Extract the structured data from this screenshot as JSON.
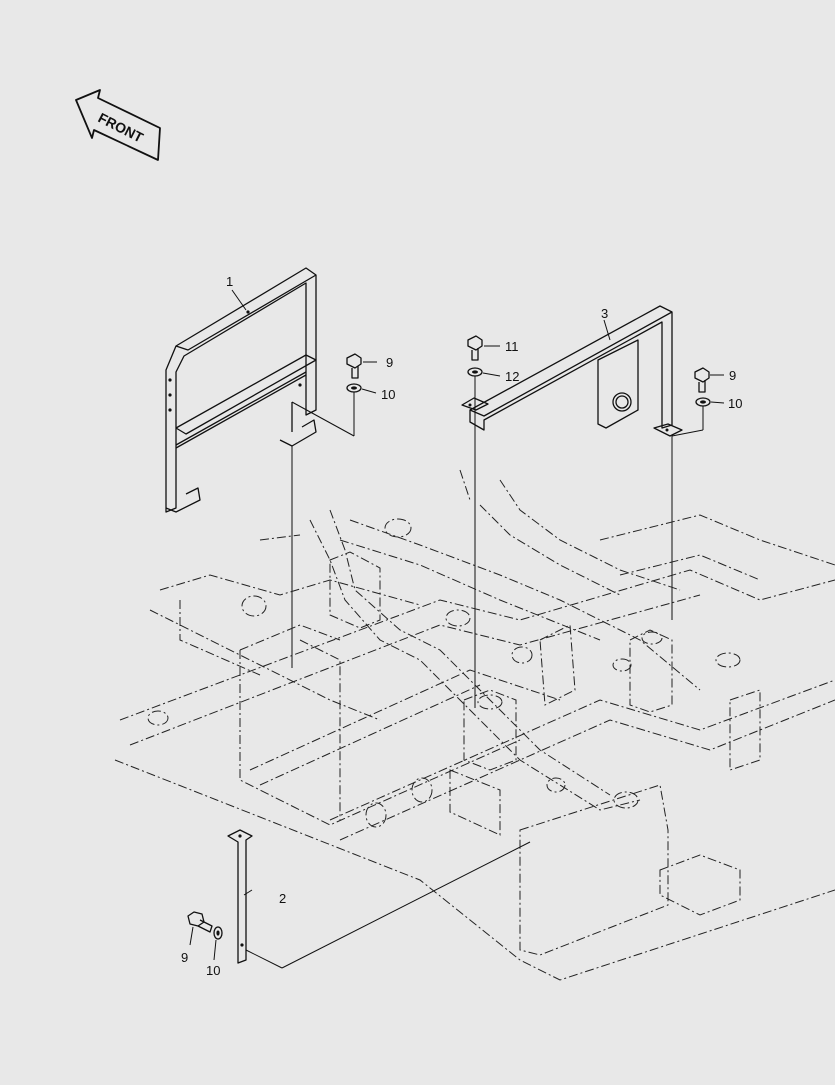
{
  "diagram": {
    "direction_label": "FRONT",
    "callouts": [
      {
        "id": "c1",
        "text": "1"
      },
      {
        "id": "c2",
        "text": "2"
      },
      {
        "id": "c3",
        "text": "3"
      },
      {
        "id": "c9a",
        "text": "9"
      },
      {
        "id": "c10a",
        "text": "10"
      },
      {
        "id": "c11",
        "text": "11"
      },
      {
        "id": "c12",
        "text": "12"
      },
      {
        "id": "c9b",
        "text": "9"
      },
      {
        "id": "c10b",
        "text": "10"
      },
      {
        "id": "c9c",
        "text": "9"
      },
      {
        "id": "c10c",
        "text": "10"
      }
    ],
    "colors": {
      "background": "#e8e8e8",
      "ink": "#111111"
    }
  }
}
